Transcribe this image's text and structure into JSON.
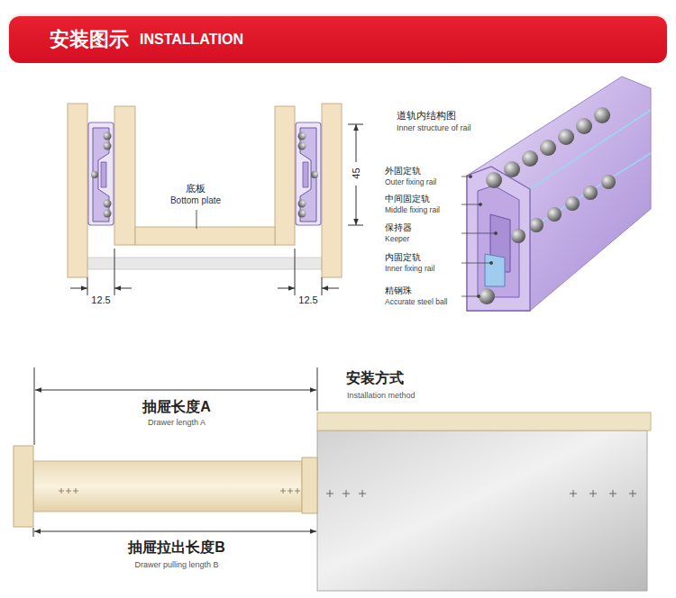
{
  "diagram": {
    "nodes": [
      {
        "text": [
          "安装图示",
          "INSTALLATION"
        ]
      }
    ],
    "labels": [
      "底板",
      "Bottom plate",
      "45",
      "12.5",
      "12.5",
      "道轨内结构图",
      "Inner structure of rail",
      "外固定轨",
      "Outer fixing rail",
      "中间固定轨",
      "Middle fixing rail",
      "保持器",
      "Keeper",
      "内固定轨",
      "Inner fixing rail",
      "精钢珠",
      "Accurate steel ball",
      "抽屉长度A",
      "Drawer length A",
      "安装方式",
      "Installation method",
      "抽屉拉出长度B",
      "Drawer pulling length B"
    ]
  }
}
